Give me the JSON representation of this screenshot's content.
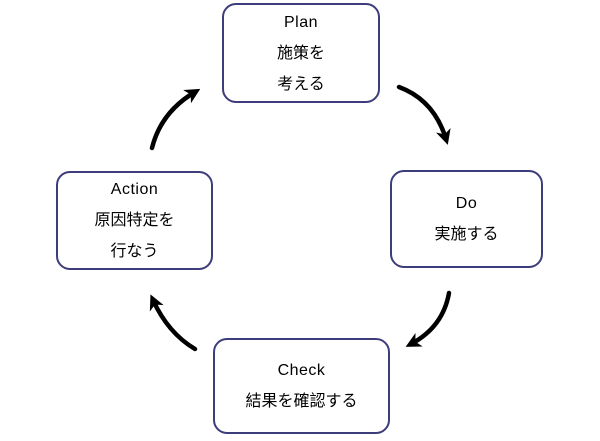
{
  "colors": {
    "background": "#ffffff",
    "box_fill": "#ffffff",
    "box_border": "#3d3d7c",
    "arrow": "#000000",
    "text": "#000000"
  },
  "nodes": {
    "plan": {
      "label": "Plan",
      "line1": "施策を",
      "line2": "考える"
    },
    "do": {
      "label": "Do",
      "line1": "実施する"
    },
    "check": {
      "label": "Check",
      "line1": "結果を確認する"
    },
    "action": {
      "label": "Action",
      "line1": "原因特定を",
      "line2": "行なう"
    }
  },
  "edges": [
    {
      "from": "Plan",
      "to": "Do"
    },
    {
      "from": "Do",
      "to": "Check"
    },
    {
      "from": "Check",
      "to": "Action"
    },
    {
      "from": "Action",
      "to": "Plan"
    }
  ]
}
